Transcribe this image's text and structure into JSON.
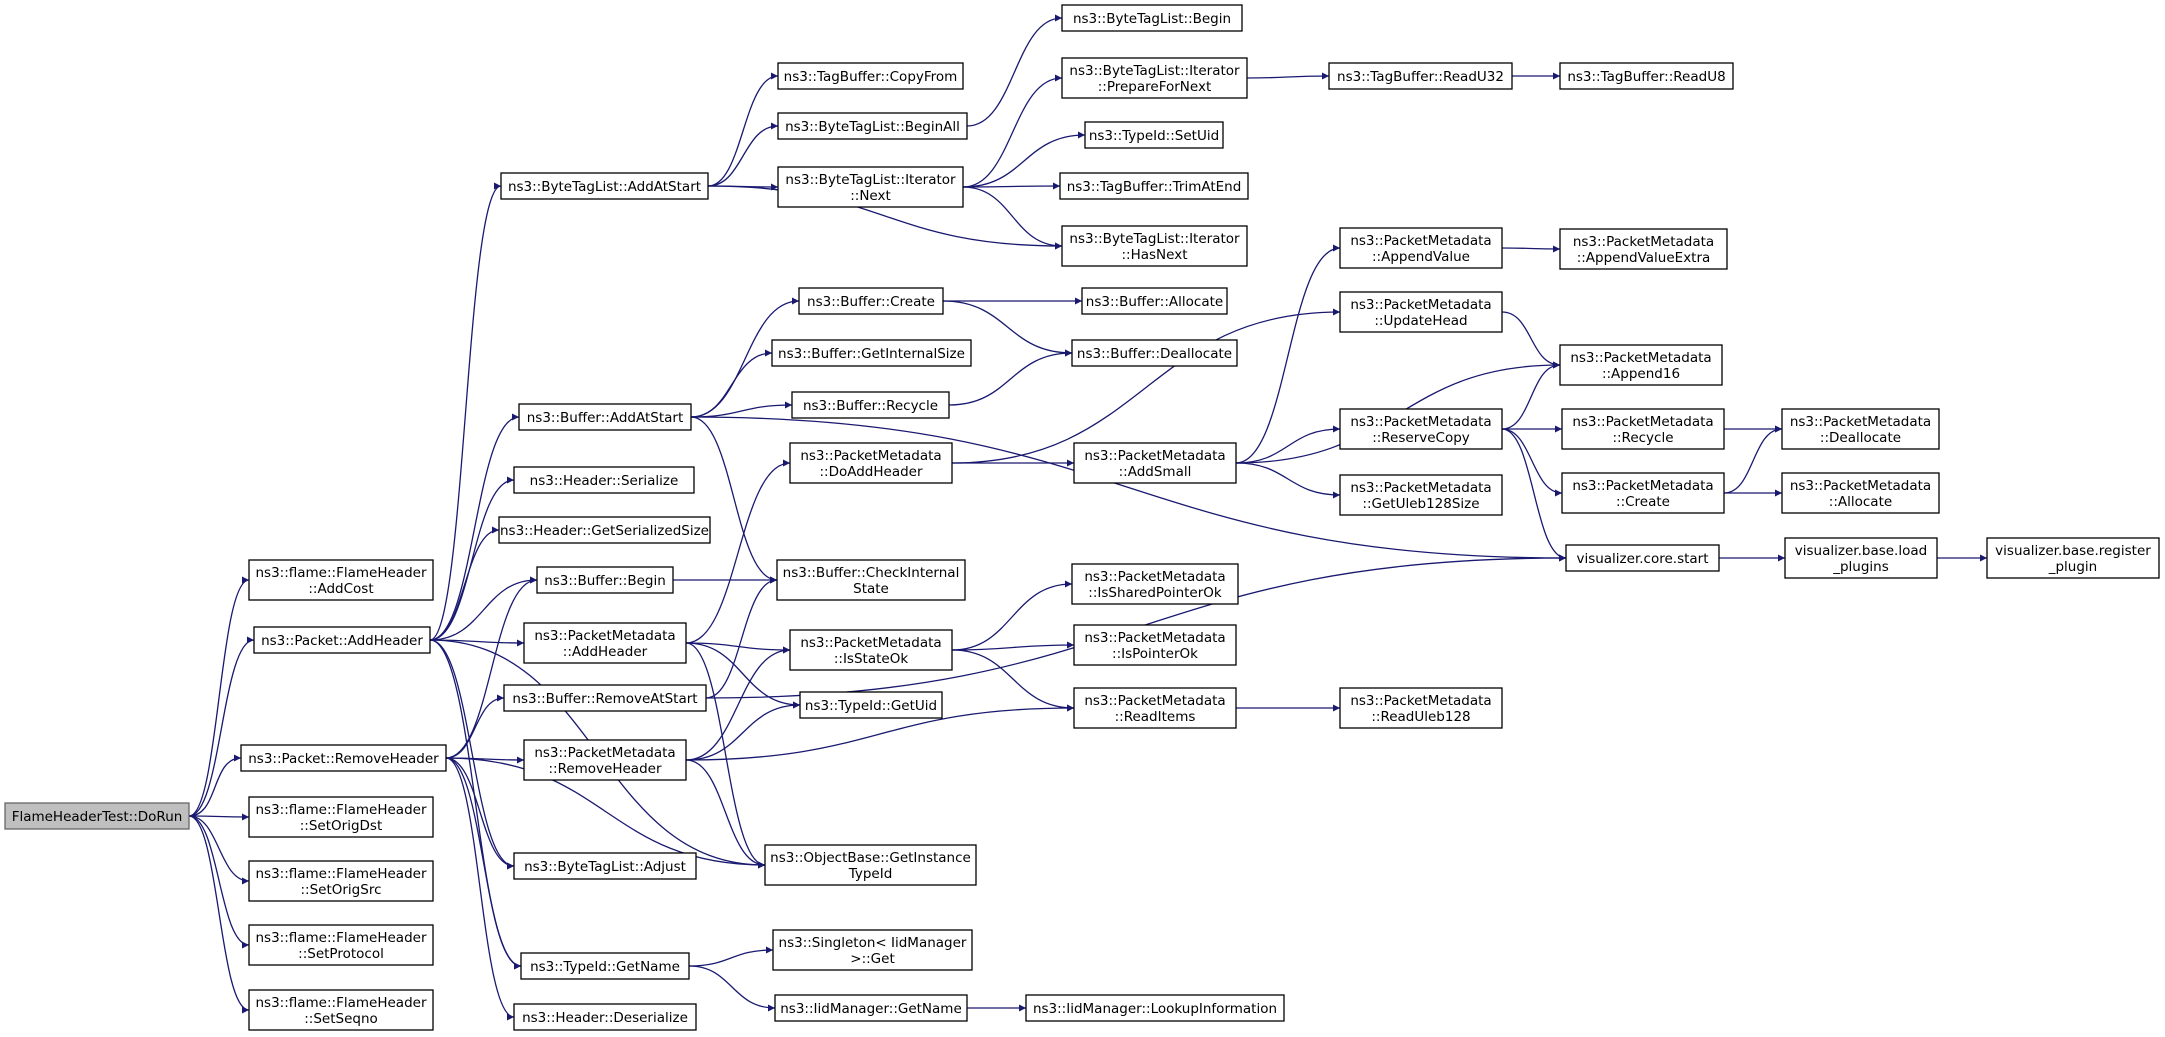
{
  "colors": {
    "edge": "#191970",
    "node_border": "#000000",
    "root_fill": "#bfbfbf",
    "node_fill": "#ffffff",
    "background": "#ffffff"
  },
  "nodes": [
    {
      "id": "root",
      "lines": [
        "FlameHeaderTest::DoRun"
      ],
      "root": true
    },
    {
      "id": "fh_addcost",
      "lines": [
        "ns3::flame::FlameHeader",
        "::AddCost"
      ]
    },
    {
      "id": "pkt_addheader",
      "lines": [
        "ns3::Packet::AddHeader"
      ]
    },
    {
      "id": "pkt_removeheader",
      "lines": [
        "ns3::Packet::RemoveHeader"
      ]
    },
    {
      "id": "fh_setorigdst",
      "lines": [
        "ns3::flame::FlameHeader",
        "::SetOrigDst"
      ]
    },
    {
      "id": "fh_setorigsrc",
      "lines": [
        "ns3::flame::FlameHeader",
        "::SetOrigSrc"
      ]
    },
    {
      "id": "fh_setprotocol",
      "lines": [
        "ns3::flame::FlameHeader",
        "::SetProtocol"
      ]
    },
    {
      "id": "fh_setseqno",
      "lines": [
        "ns3::flame::FlameHeader",
        "::SetSeqno"
      ]
    },
    {
      "id": "btl_addatstart",
      "lines": [
        "ns3::ByteTagList::AddAtStart"
      ]
    },
    {
      "id": "buf_addatstart",
      "lines": [
        "ns3::Buffer::AddAtStart"
      ]
    },
    {
      "id": "hdr_serialize",
      "lines": [
        "ns3::Header::Serialize"
      ]
    },
    {
      "id": "hdr_getsersize",
      "lines": [
        "ns3::Header::GetSerializedSize"
      ]
    },
    {
      "id": "buf_begin",
      "lines": [
        "ns3::Buffer::Begin"
      ]
    },
    {
      "id": "pm_addheader",
      "lines": [
        "ns3::PacketMetadata",
        "::AddHeader"
      ]
    },
    {
      "id": "buf_removeatstart",
      "lines": [
        "ns3::Buffer::RemoveAtStart"
      ]
    },
    {
      "id": "pm_removeheader",
      "lines": [
        "ns3::PacketMetadata",
        "::RemoveHeader"
      ]
    },
    {
      "id": "btl_adjust",
      "lines": [
        "ns3::ByteTagList::Adjust"
      ]
    },
    {
      "id": "typeid_getname",
      "lines": [
        "ns3::TypeId::GetName"
      ]
    },
    {
      "id": "hdr_deserialize",
      "lines": [
        "ns3::Header::Deserialize"
      ]
    },
    {
      "id": "tb_copyfrom",
      "lines": [
        "ns3::TagBuffer::CopyFrom"
      ]
    },
    {
      "id": "btl_beginall",
      "lines": [
        "ns3::ByteTagList::BeginAll"
      ]
    },
    {
      "id": "btl_it_next",
      "lines": [
        "ns3::ByteTagList::Iterator",
        "::Next"
      ]
    },
    {
      "id": "buf_create",
      "lines": [
        "ns3::Buffer::Create"
      ]
    },
    {
      "id": "buf_getinternalsize",
      "lines": [
        "ns3::Buffer::GetInternalSize"
      ]
    },
    {
      "id": "buf_recycle",
      "lines": [
        "ns3::Buffer::Recycle"
      ]
    },
    {
      "id": "pm_doaddheader",
      "lines": [
        "ns3::PacketMetadata",
        "::DoAddHeader"
      ]
    },
    {
      "id": "buf_checkinternal",
      "lines": [
        "ns3::Buffer::CheckInternal",
        "State"
      ]
    },
    {
      "id": "pm_isstateok",
      "lines": [
        "ns3::PacketMetadata",
        "::IsStateOk"
      ]
    },
    {
      "id": "typeid_getuid",
      "lines": [
        "ns3::TypeId::GetUid"
      ]
    },
    {
      "id": "ob_getinstancetypeid",
      "lines": [
        "ns3::ObjectBase::GetInstance",
        "TypeId"
      ]
    },
    {
      "id": "singleton_get",
      "lines": [
        "ns3::Singleton< IidManager",
        ">::Get"
      ]
    },
    {
      "id": "iid_getname",
      "lines": [
        "ns3::IidManager::GetName"
      ]
    },
    {
      "id": "btl_begin",
      "lines": [
        "ns3::ByteTagList::Begin"
      ]
    },
    {
      "id": "btl_it_preparefornext",
      "lines": [
        "ns3::ByteTagList::Iterator",
        "::PrepareForNext"
      ]
    },
    {
      "id": "typeid_setuid",
      "lines": [
        "ns3::TypeId::SetUid"
      ]
    },
    {
      "id": "tb_trimatend",
      "lines": [
        "ns3::TagBuffer::TrimAtEnd"
      ]
    },
    {
      "id": "btl_it_hasnext",
      "lines": [
        "ns3::ByteTagList::Iterator",
        "::HasNext"
      ]
    },
    {
      "id": "buf_allocate",
      "lines": [
        "ns3::Buffer::Allocate"
      ]
    },
    {
      "id": "buf_deallocate",
      "lines": [
        "ns3::Buffer::Deallocate"
      ]
    },
    {
      "id": "pm_addsmall",
      "lines": [
        "ns3::PacketMetadata",
        "::AddSmall"
      ]
    },
    {
      "id": "pm_issharedpointerok",
      "lines": [
        "ns3::PacketMetadata",
        "::IsSharedPointerOk"
      ]
    },
    {
      "id": "pm_ispointerok",
      "lines": [
        "ns3::PacketMetadata",
        "::IsPointerOk"
      ]
    },
    {
      "id": "pm_readitems",
      "lines": [
        "ns3::PacketMetadata",
        "::ReadItems"
      ]
    },
    {
      "id": "iid_lookupinformation",
      "lines": [
        "ns3::IidManager::LookupInformation"
      ]
    },
    {
      "id": "tb_readu32",
      "lines": [
        "ns3::TagBuffer::ReadU32"
      ]
    },
    {
      "id": "pm_appendvalue",
      "lines": [
        "ns3::PacketMetadata",
        "::AppendValue"
      ]
    },
    {
      "id": "pm_updatehead",
      "lines": [
        "ns3::PacketMetadata",
        "::UpdateHead"
      ]
    },
    {
      "id": "pm_reservecopy",
      "lines": [
        "ns3::PacketMetadata",
        "::ReserveCopy"
      ]
    },
    {
      "id": "pm_create",
      "lines": [
        "ns3::PacketMetadata",
        "::Create"
      ]
    },
    {
      "id": "pm_getuleb128size",
      "lines": [
        "ns3::PacketMetadata",
        "::GetUleb128Size"
      ]
    },
    {
      "id": "pm_readuleb128",
      "lines": [
        "ns3::PacketMetadata",
        "::ReadUleb128"
      ]
    },
    {
      "id": "viz_core_start",
      "lines": [
        "visualizer.core.start"
      ]
    },
    {
      "id": "tb_readu8",
      "lines": [
        "ns3::TagBuffer::ReadU8"
      ]
    },
    {
      "id": "pm_appendvalueextra",
      "lines": [
        "ns3::PacketMetadata",
        "::AppendValueExtra"
      ]
    },
    {
      "id": "pm_append16",
      "lines": [
        "ns3::PacketMetadata",
        "::Append16"
      ]
    },
    {
      "id": "pm_recycle",
      "lines": [
        "ns3::PacketMetadata",
        "::Recycle"
      ]
    },
    {
      "id": "pm_deallocate",
      "lines": [
        "ns3::PacketMetadata",
        "::Deallocate"
      ]
    },
    {
      "id": "pm_allocate",
      "lines": [
        "ns3::PacketMetadata",
        "::Allocate"
      ]
    },
    {
      "id": "viz_base_loadplugins",
      "lines": [
        "visualizer.base.load",
        "_plugins"
      ]
    },
    {
      "id": "viz_base_registerplugin",
      "lines": [
        "visualizer.base.register",
        "_plugin"
      ]
    }
  ],
  "edges": [
    [
      "root",
      "fh_addcost"
    ],
    [
      "root",
      "pkt_addheader"
    ],
    [
      "root",
      "pkt_removeheader"
    ],
    [
      "root",
      "fh_setorigdst"
    ],
    [
      "root",
      "fh_setorigsrc"
    ],
    [
      "root",
      "fh_setprotocol"
    ],
    [
      "root",
      "fh_setseqno"
    ],
    [
      "pkt_addheader",
      "btl_addatstart"
    ],
    [
      "pkt_addheader",
      "buf_addatstart"
    ],
    [
      "pkt_addheader",
      "hdr_serialize"
    ],
    [
      "pkt_addheader",
      "hdr_getsersize"
    ],
    [
      "pkt_addheader",
      "buf_begin"
    ],
    [
      "pkt_addheader",
      "pm_addheader"
    ],
    [
      "pkt_addheader",
      "btl_adjust"
    ],
    [
      "pkt_addheader",
      "ob_getinstancetypeid"
    ],
    [
      "pkt_addheader",
      "typeid_getname"
    ],
    [
      "pkt_removeheader",
      "buf_begin"
    ],
    [
      "pkt_removeheader",
      "buf_removeatstart"
    ],
    [
      "pkt_removeheader",
      "pm_removeheader"
    ],
    [
      "pkt_removeheader",
      "btl_adjust"
    ],
    [
      "pkt_removeheader",
      "ob_getinstancetypeid"
    ],
    [
      "pkt_removeheader",
      "typeid_getname"
    ],
    [
      "pkt_removeheader",
      "hdr_deserialize"
    ],
    [
      "btl_addatstart",
      "tb_copyfrom"
    ],
    [
      "btl_addatstart",
      "btl_beginall"
    ],
    [
      "btl_addatstart",
      "btl_it_next"
    ],
    [
      "btl_addatstart",
      "btl_it_hasnext"
    ],
    [
      "btl_beginall",
      "btl_begin"
    ],
    [
      "btl_it_next",
      "btl_it_preparefornext"
    ],
    [
      "btl_it_next",
      "typeid_setuid"
    ],
    [
      "btl_it_next",
      "tb_trimatend"
    ],
    [
      "btl_it_next",
      "btl_it_hasnext"
    ],
    [
      "btl_it_preparefornext",
      "tb_readu32"
    ],
    [
      "tb_readu32",
      "tb_readu8"
    ],
    [
      "buf_addatstart",
      "buf_create"
    ],
    [
      "buf_addatstart",
      "buf_getinternalsize"
    ],
    [
      "buf_addatstart",
      "buf_recycle"
    ],
    [
      "buf_addatstart",
      "buf_checkinternal"
    ],
    [
      "buf_addatstart",
      "viz_core_start"
    ],
    [
      "buf_create",
      "buf_allocate"
    ],
    [
      "buf_create",
      "buf_deallocate"
    ],
    [
      "buf_recycle",
      "buf_deallocate"
    ],
    [
      "buf_begin",
      "buf_checkinternal"
    ],
    [
      "pm_addheader",
      "pm_doaddheader"
    ],
    [
      "pm_addheader",
      "pm_isstateok"
    ],
    [
      "pm_addheader",
      "typeid_getuid"
    ],
    [
      "pm_addheader",
      "ob_getinstancetypeid"
    ],
    [
      "pm_doaddheader",
      "pm_updatehead"
    ],
    [
      "pm_doaddheader",
      "pm_addsmall"
    ],
    [
      "pm_addsmall",
      "pm_appendvalue"
    ],
    [
      "pm_addsmall",
      "pm_append16"
    ],
    [
      "pm_addsmall",
      "pm_reservecopy"
    ],
    [
      "pm_addsmall",
      "pm_getuleb128size"
    ],
    [
      "pm_appendvalue",
      "pm_appendvalueextra"
    ],
    [
      "pm_updatehead",
      "pm_append16"
    ],
    [
      "pm_reservecopy",
      "pm_append16"
    ],
    [
      "pm_reservecopy",
      "pm_recycle"
    ],
    [
      "pm_reservecopy",
      "pm_create"
    ],
    [
      "pm_reservecopy",
      "viz_core_start"
    ],
    [
      "pm_recycle",
      "pm_deallocate"
    ],
    [
      "pm_create",
      "pm_deallocate"
    ],
    [
      "pm_create",
      "pm_allocate"
    ],
    [
      "viz_core_start",
      "viz_base_loadplugins"
    ],
    [
      "viz_base_loadplugins",
      "viz_base_registerplugin"
    ],
    [
      "pm_isstateok",
      "pm_issharedpointerok"
    ],
    [
      "pm_isstateok",
      "pm_ispointerok"
    ],
    [
      "pm_isstateok",
      "pm_readitems"
    ],
    [
      "pm_readitems",
      "pm_readuleb128"
    ],
    [
      "buf_removeatstart",
      "buf_checkinternal"
    ],
    [
      "buf_removeatstart",
      "viz_core_start"
    ],
    [
      "pm_removeheader",
      "pm_isstateok"
    ],
    [
      "pm_removeheader",
      "typeid_getuid"
    ],
    [
      "pm_removeheader",
      "pm_readitems"
    ],
    [
      "pm_removeheader",
      "ob_getinstancetypeid"
    ],
    [
      "typeid_getname",
      "singleton_get"
    ],
    [
      "typeid_getname",
      "iid_getname"
    ],
    [
      "iid_getname",
      "iid_lookupinformation"
    ]
  ]
}
